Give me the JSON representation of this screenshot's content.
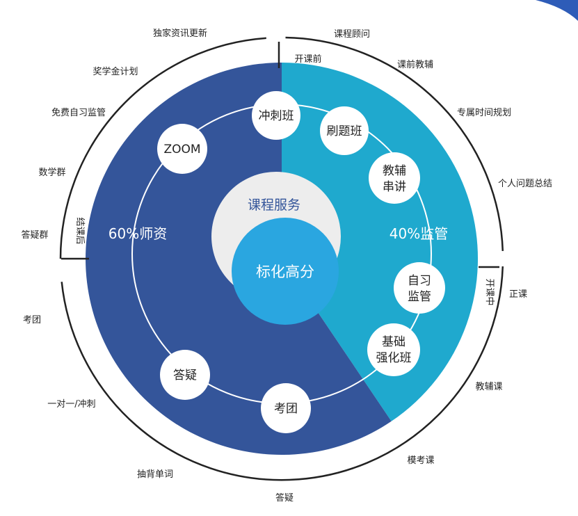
{
  "colors": {
    "dark_segment": "#34559A",
    "light_segment": "#1FA9CE",
    "inner_gray": "#EDEDED",
    "inner_blue": "#2AA6E0",
    "node_fill": "#ffffff",
    "ring_stroke": "#ffffff",
    "bracket": "#222222",
    "corner_arc": "#2E5CB8"
  },
  "center": {
    "outer_label": "课程服务",
    "inner_label": "标化高分"
  },
  "segments": {
    "left_label": "60%师资",
    "right_label": "40%监管",
    "left_share": 0.6,
    "right_share": 0.4
  },
  "nodes": [
    {
      "id": "chongci",
      "lines": [
        "冲刺班"
      ]
    },
    {
      "id": "shuati",
      "lines": [
        "刷题班"
      ]
    },
    {
      "id": "jiaofu",
      "lines": [
        "教辅",
        "串讲"
      ]
    },
    {
      "id": "zixi",
      "lines": [
        "自习",
        "监管"
      ]
    },
    {
      "id": "jichu",
      "lines": [
        "基础",
        "强化班"
      ]
    },
    {
      "id": "kaotuan",
      "lines": [
        "考团"
      ]
    },
    {
      "id": "dayi",
      "lines": [
        "答疑"
      ]
    },
    {
      "id": "zoom",
      "lines": [
        "ZOOM"
      ]
    }
  ],
  "brackets": {
    "before": "开课前",
    "during": "开课中",
    "after": "结课后"
  },
  "outer_labels": {
    "kecheng_guwen": "课程顾问",
    "kecheng_jiaofu": "课前教辅",
    "zhuanshu": "专属时间规划",
    "geren": "个人问题总结",
    "zhengke": "正课",
    "jiaofuke": "教辅课",
    "mokaoke": "模考课",
    "dayi": "答疑",
    "choubei": "抽背单词",
    "yidui": "一对一/冲刺",
    "kaotuan": "考团",
    "dayiqun": "答疑群",
    "shuxuequn": "数学群",
    "mianfei": "免费自习监管",
    "jiangxuejin": "奖学金计划",
    "dujia": "独家资讯更新"
  }
}
